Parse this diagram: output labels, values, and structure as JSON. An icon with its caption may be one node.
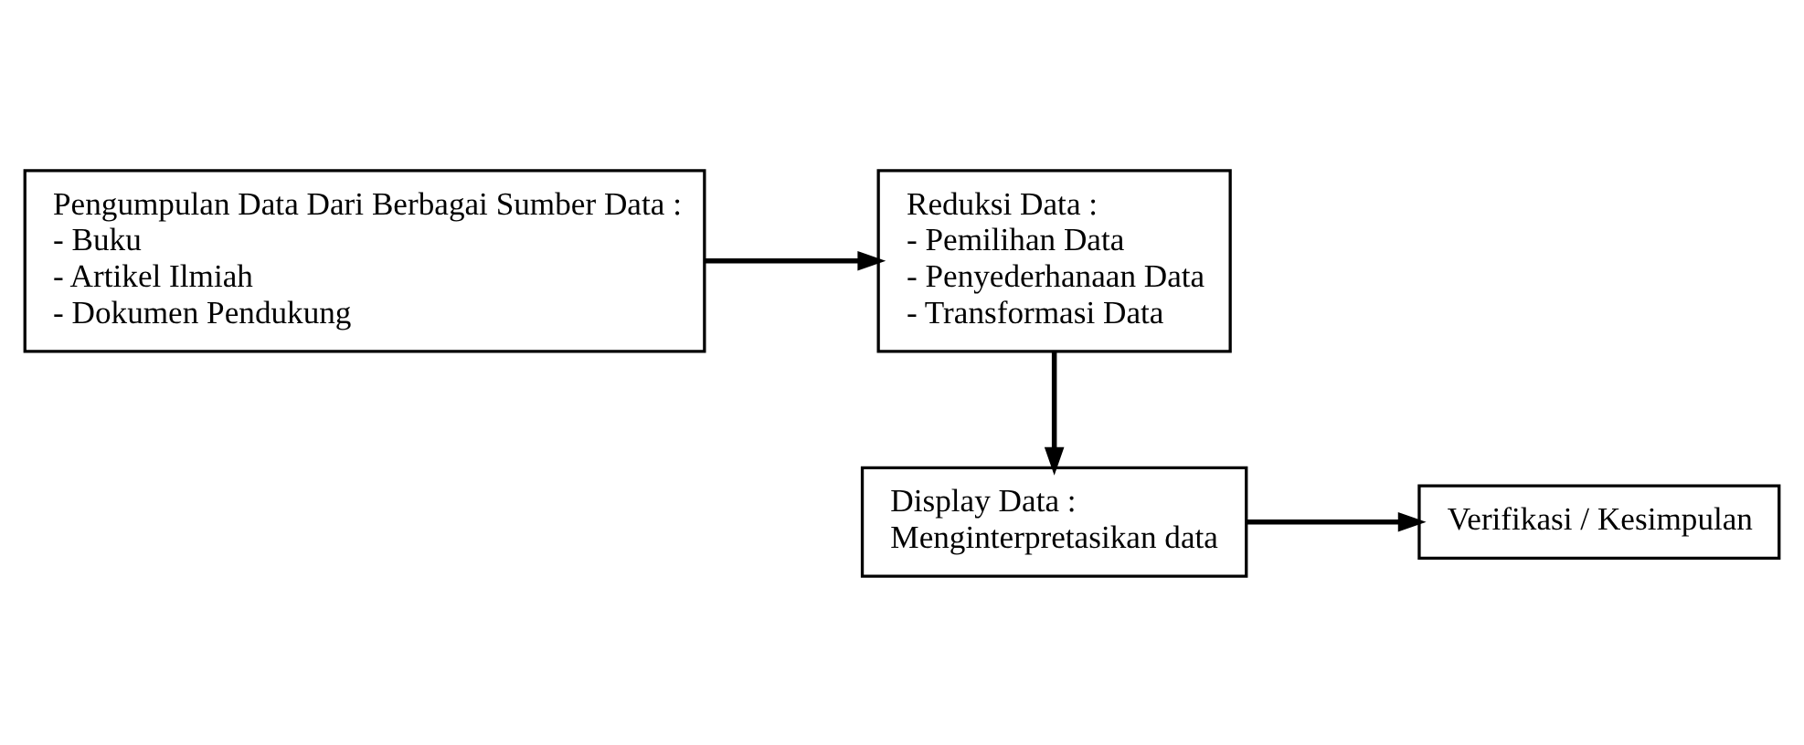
{
  "diagram": {
    "nodes": [
      {
        "text": [
          "Pengumpulan Data Dari Berbagai Sumber Data :",
          "- Buku",
          "- Artikel Ilmiah",
          "- Dokumen Pendukung"
        ]
      },
      {
        "text": [
          "Reduksi Data :",
          "- Pemilihan Data",
          "- Penyederhanaan Data",
          "- Transformasi Data"
        ]
      },
      {
        "text": [
          "Display Data :",
          "Menginterpretasikan data"
        ]
      },
      {
        "text": [
          "Verifikasi / Kesimpulan"
        ]
      }
    ],
    "edges": [
      {
        "from": 0,
        "to": 1,
        "arrow": "to"
      },
      {
        "from": 1,
        "to": 2,
        "arrow": "to"
      },
      {
        "from": 2,
        "to": 3,
        "arrow": "to"
      }
    ]
  }
}
